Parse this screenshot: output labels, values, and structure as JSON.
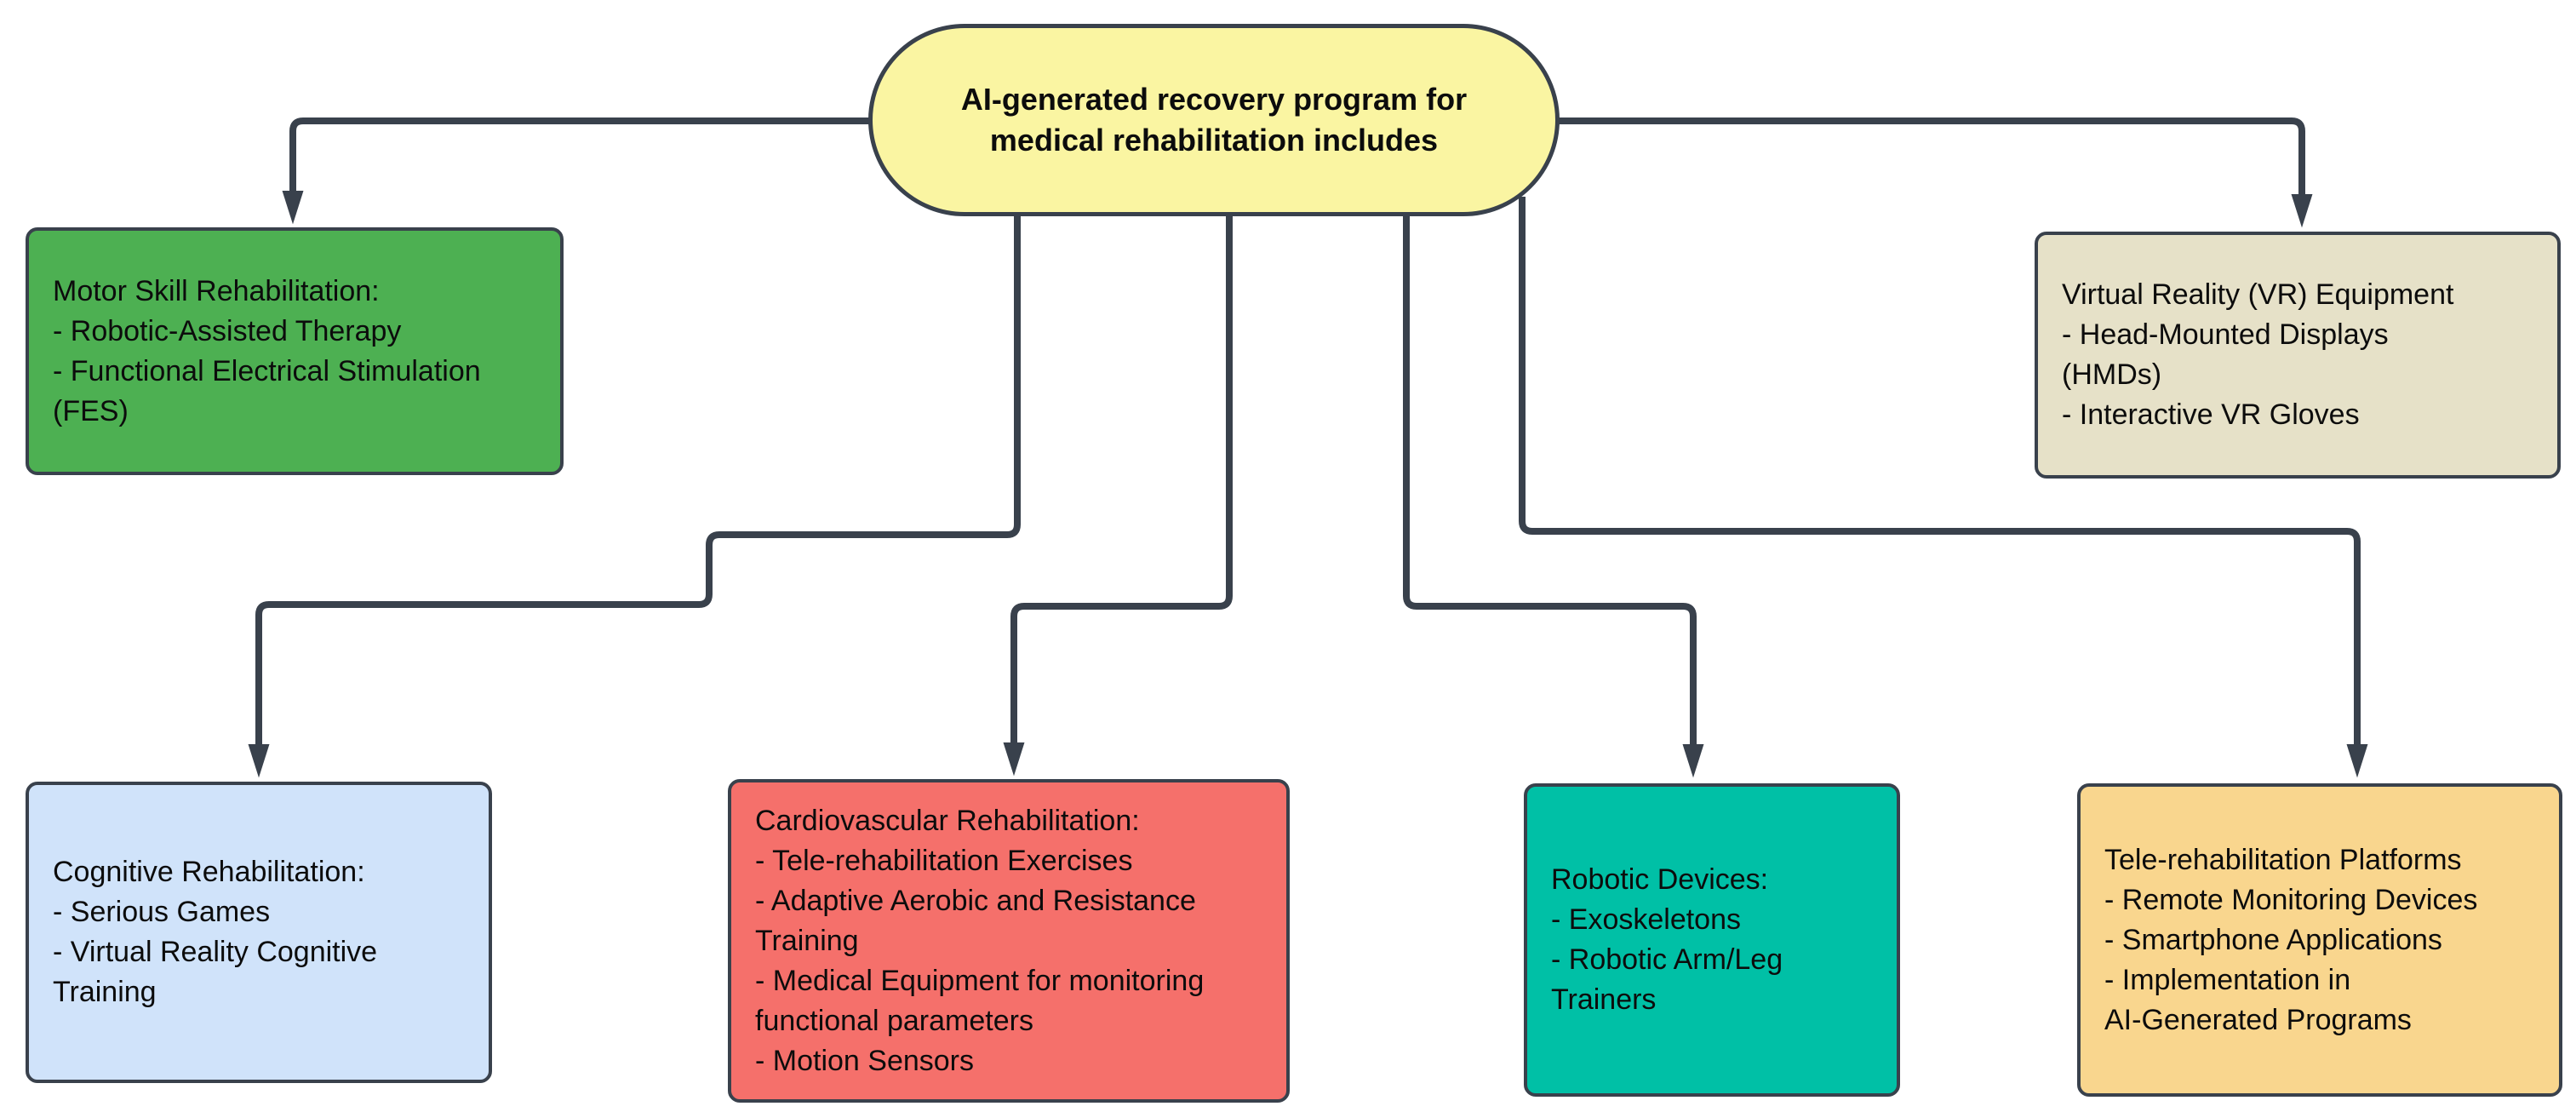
{
  "colors": {
    "background": "#ffffff",
    "stroke": "#39414c",
    "text": "#0c0c0c"
  },
  "diagram": {
    "root": {
      "id": "root",
      "shape": "pill",
      "fill": "#faf5a2",
      "text": "AI-generated recovery program for\nmedical rehabilitation includes"
    },
    "nodes": [
      {
        "id": "motor-skill",
        "fill": "#4db052",
        "text": "Motor Skill Rehabilitation:\n- Robotic-Assisted Therapy\n- Functional Electrical Stimulation\n(FES)"
      },
      {
        "id": "vr-equipment",
        "fill": "#e6e1c8",
        "text": "Virtual Reality (VR) Equipment\n- Head-Mounted Displays\n(HMDs)\n- Interactive VR Gloves"
      },
      {
        "id": "cognitive",
        "fill": "#d0e3fa",
        "text": "Cognitive Rehabilitation:\n- Serious Games\n- Virtual Reality Cognitive\nTraining"
      },
      {
        "id": "cardiovascular",
        "fill": "#f5706b",
        "text": "Cardiovascular Rehabilitation:\n- Tele-rehabilitation Exercises\n- Adaptive Aerobic and Resistance\nTraining\n- Medical Equipment for monitoring\nfunctional parameters\n- Motion Sensors"
      },
      {
        "id": "robotic-devices",
        "fill": "#00c0a6",
        "text": "Robotic Devices:\n- Exoskeletons\n- Robotic Arm/Leg\nTrainers"
      },
      {
        "id": "tele-rehabilitation",
        "fill": "#f9d68e",
        "text": "Tele-rehabilitation Platforms\n- Remote Monitoring Devices\n- Smartphone Applications\n- Implementation in\nAI-Generated Programs"
      }
    ],
    "edges": [
      {
        "from": "root",
        "to": "motor-skill"
      },
      {
        "from": "root",
        "to": "vr-equipment"
      },
      {
        "from": "root",
        "to": "cognitive"
      },
      {
        "from": "root",
        "to": "cardiovascular"
      },
      {
        "from": "root",
        "to": "robotic-devices"
      },
      {
        "from": "root",
        "to": "tele-rehabilitation"
      }
    ]
  }
}
